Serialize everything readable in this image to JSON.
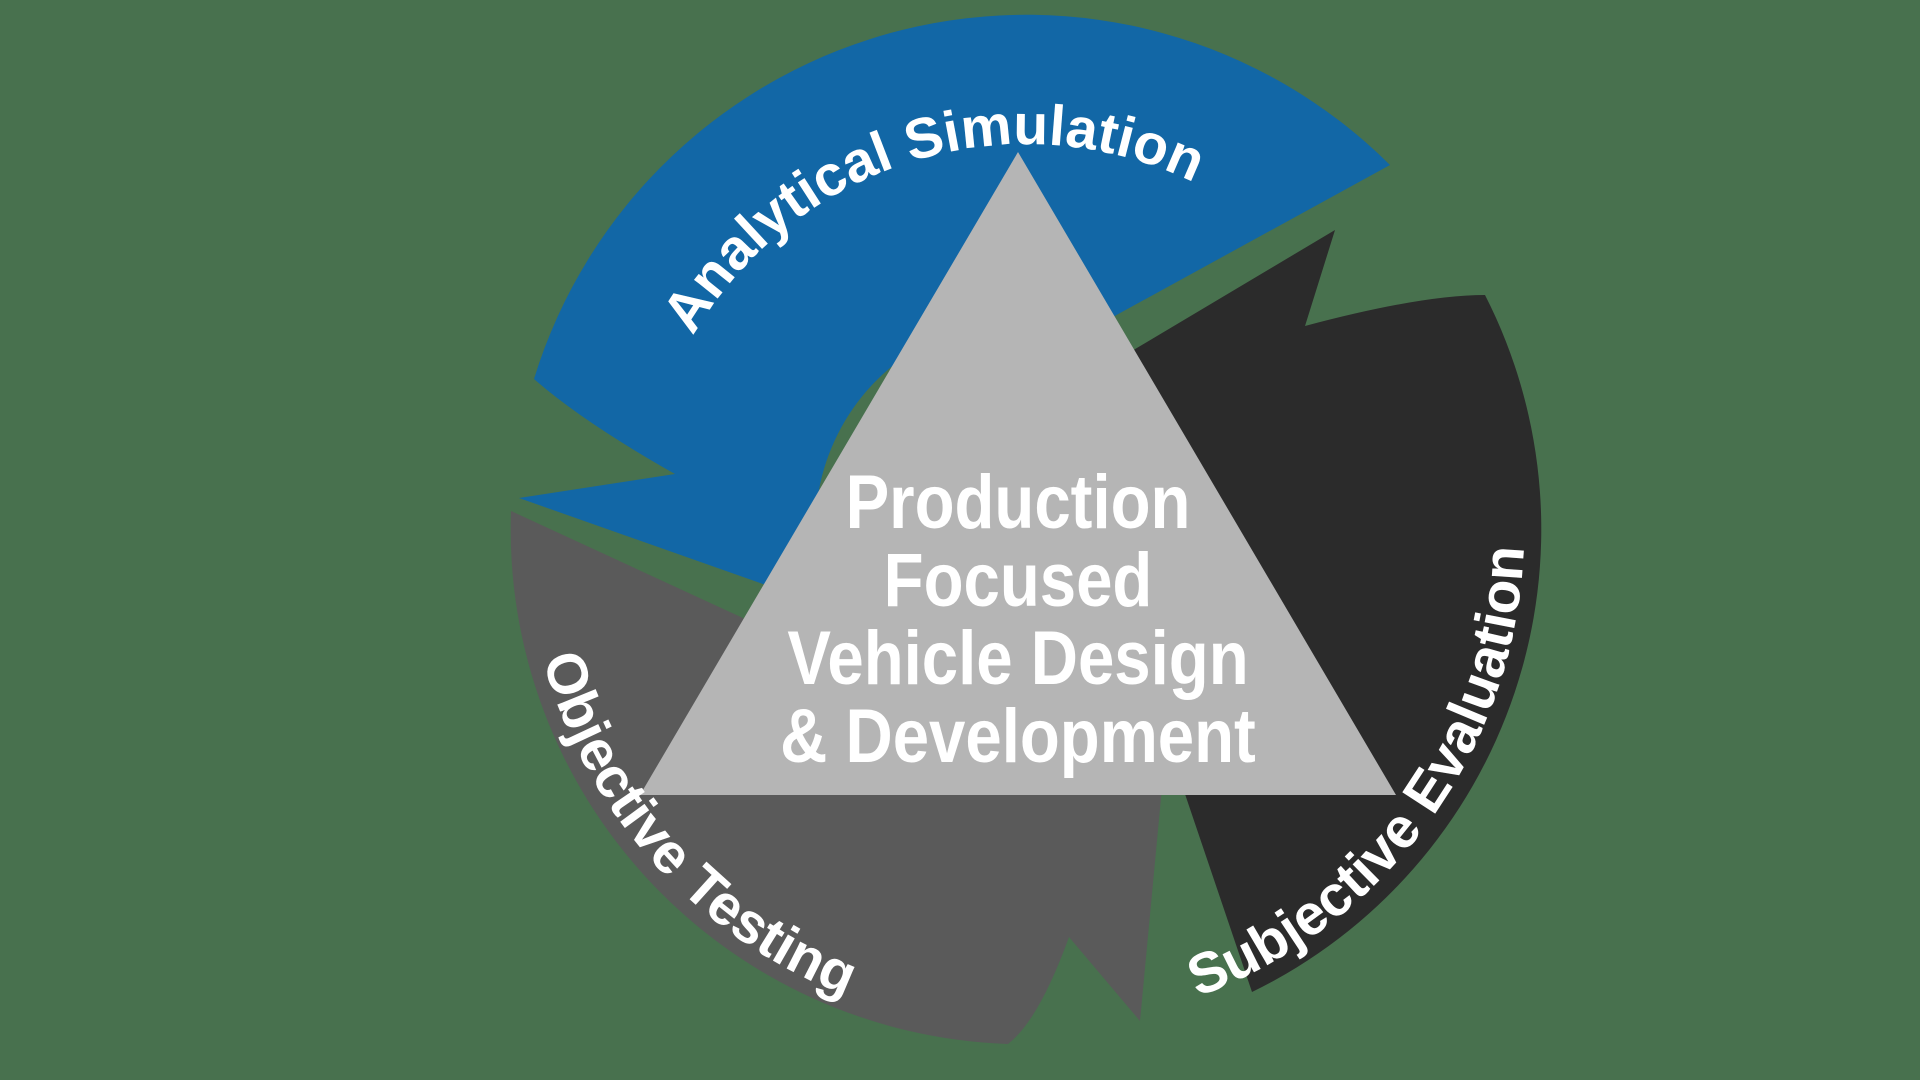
{
  "colors": {
    "background": "#48714E",
    "analytical_blue": "#1267A6",
    "subjective_dark": "#2B2B2B",
    "objective_gray": "#5A5A5A",
    "triangle_gray": "#B5B5B5",
    "label_text": "#FFFFFF"
  },
  "diagram": {
    "type": "cycle",
    "direction": "counterclockwise",
    "center": {
      "lines": [
        "Production",
        "Focused",
        "Vehicle Design",
        "& Development"
      ]
    },
    "arrows": [
      {
        "label": "Analytical Simulation",
        "position": "top"
      },
      {
        "label": "Subjective Evaluation",
        "position": "right"
      },
      {
        "label": "Objective Testing",
        "position": "bottom-left"
      }
    ]
  }
}
